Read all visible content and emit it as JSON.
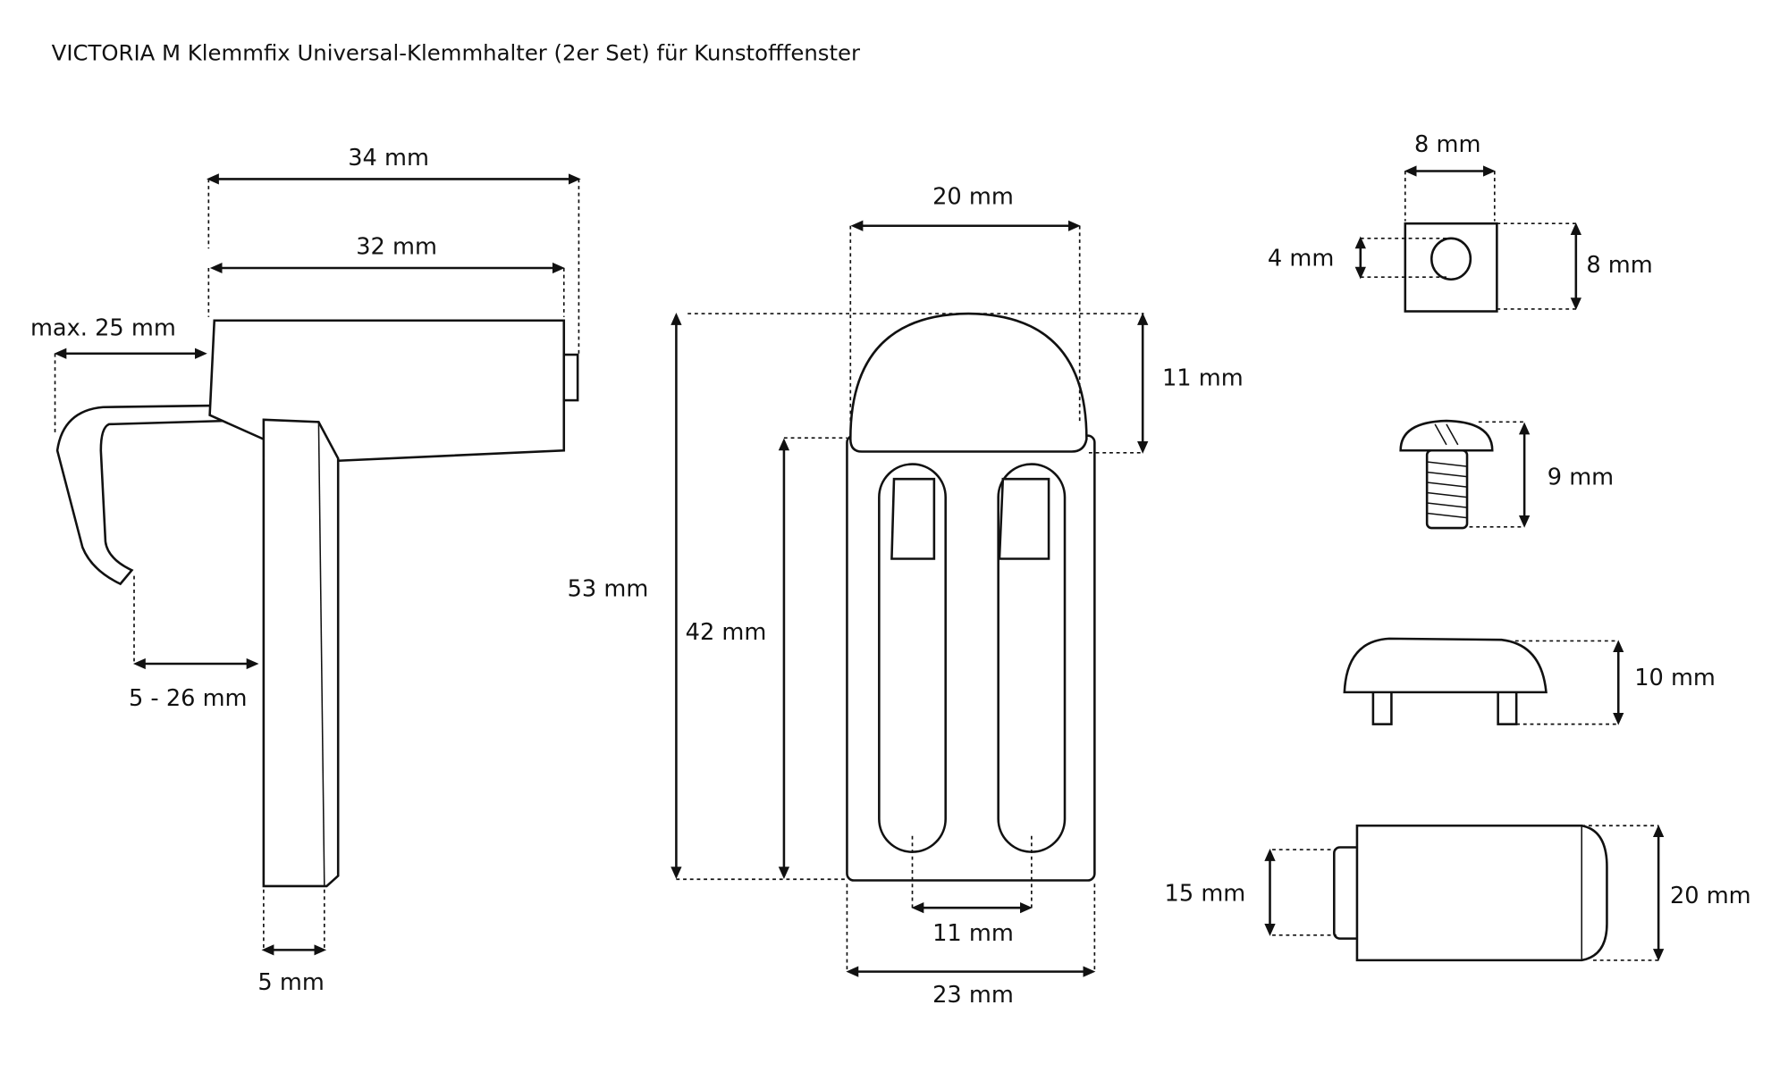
{
  "title": "VICTORIA M Klemmfix Universal-Klemmhalter (2er Set) für Kunstofffenster",
  "side_view": {
    "width_total": "34 mm",
    "width_body": "32 mm",
    "hook_reach": "max. 25 mm",
    "clamp_range": "5 - 26 mm",
    "bar_thickness": "5 mm"
  },
  "front_view": {
    "head_width": "20 mm",
    "head_height": "11 mm",
    "total_height": "53 mm",
    "plate_height": "42 mm",
    "slot_spacing": "11 mm",
    "plate_width": "23 mm"
  },
  "parts": {
    "nut_width": "8 mm",
    "nut_hole": "4 mm",
    "nut_height": "8 mm",
    "screw_length": "9 mm",
    "cap_height": "10 mm",
    "pad_inner": "15 mm",
    "pad_outer": "20 mm"
  }
}
